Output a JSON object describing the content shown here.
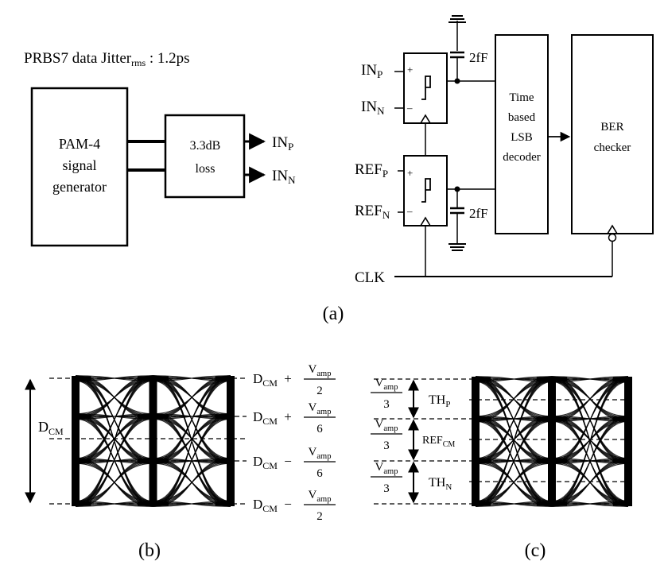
{
  "panel_a": {
    "jitter": {
      "main": "PRBS7 data Jitter",
      "sub": "rms",
      "value": " : 1.2ps"
    },
    "generator": {
      "line1": "PAM-4",
      "line2": "signal",
      "line3": "generator"
    },
    "loss": {
      "line1": "3.3dB",
      "line2": "loss"
    },
    "out_p": {
      "main": "IN",
      "sub": "P"
    },
    "out_n": {
      "main": "IN",
      "sub": "N"
    },
    "in_p": {
      "main": "IN",
      "sub": "P"
    },
    "in_n": {
      "main": "IN",
      "sub": "N"
    },
    "ref_p": {
      "main": "REF",
      "sub": "P"
    },
    "ref_n": {
      "main": "REF",
      "sub": "N"
    },
    "cap_top": "2fF",
    "cap_bottom": "2fF",
    "plus": "+",
    "minus": "–",
    "decoder": {
      "line1": "Time",
      "line2": "based",
      "line3": "LSB",
      "line4": "decoder"
    },
    "ber": {
      "line1": "BER",
      "line2": "checker"
    },
    "clk": "CLK",
    "caption": "(a)"
  },
  "panel_b": {
    "dcm": {
      "main": "D",
      "sub": "CM"
    },
    "level_labels": [
      {
        "prefix": "D",
        "sub": "CM",
        "op": "+",
        "num": "V",
        "num_sub": "amp",
        "den": "2"
      },
      {
        "prefix": "D",
        "sub": "CM",
        "op": "+",
        "num": "V",
        "num_sub": "amp",
        "den": "6"
      },
      {
        "prefix": "D",
        "sub": "CM",
        "op": "−",
        "num": "V",
        "num_sub": "amp",
        "den": "6"
      },
      {
        "prefix": "D",
        "sub": "CM",
        "op": "−",
        "num": "V",
        "num_sub": "amp",
        "den": "2"
      }
    ],
    "caption": "(b)"
  },
  "panel_c": {
    "fractions": [
      {
        "num": "V",
        "num_sub": "amp",
        "den": "3"
      },
      {
        "num": "V",
        "num_sub": "amp",
        "den": "3"
      },
      {
        "num": "V",
        "num_sub": "amp",
        "den": "3"
      }
    ],
    "th_p": {
      "main": "TH",
      "sub": "P"
    },
    "ref_cm": {
      "main": "REF",
      "sub": "CM"
    },
    "th_n": {
      "main": "TH",
      "sub": "N"
    },
    "caption": "(c)"
  }
}
